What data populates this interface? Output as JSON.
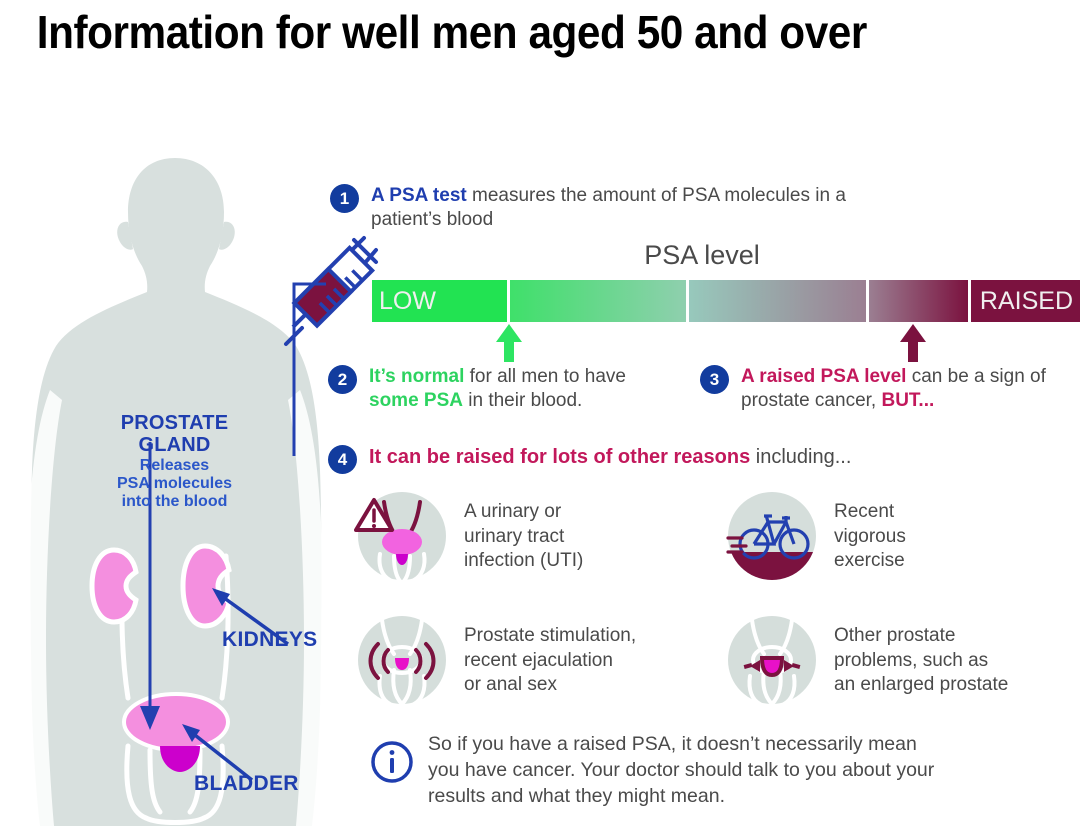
{
  "page": {
    "title": "Information for well men aged 50 and over"
  },
  "body_diagram": {
    "prostate_label_line1": "PROSTATE",
    "prostate_label_line2": "GLAND",
    "prostate_desc_line1": "Releases",
    "prostate_desc_line2": "PSA molecules",
    "prostate_desc_line3": "into the blood",
    "kidneys_label": "KIDNEYS",
    "bladder_label": "BLADDER",
    "silhouette_color": "#D8E0DE",
    "organ_color": "#F48FDF",
    "label_color": "#1F3EAF"
  },
  "steps": [
    {
      "number": "1",
      "bold": "A PSA test",
      "rest": " measures the amount of PSA molecules in a patient’s blood",
      "bold_color": "#1F3EAF"
    },
    {
      "number": "2",
      "bold": "It’s normal",
      "mid": " for all men to have ",
      "bold2": "some PSA",
      "rest": " in their blood.",
      "bold_color": "#2DD360"
    },
    {
      "number": "3",
      "bold": "A raised PSA level",
      "mid": " can be a sign of prostate cancer, ",
      "bold2": "BUT...",
      "rest": "",
      "bold_color": "#C2185B"
    },
    {
      "number": "4",
      "bold": "It can be raised for lots of other reasons",
      "rest": " including...",
      "bold_color": "#C2185B"
    }
  ],
  "psa_scale": {
    "title": "PSA level",
    "low_label": "LOW",
    "raised_label": "RAISED",
    "low_color": "#22E352",
    "raised_color": "#7B123F",
    "low_arrow_color": "#2DE562",
    "raised_arrow_color": "#7B123F"
  },
  "reasons": [
    {
      "icon": "bladder-warning-icon",
      "line1": "A urinary or",
      "line2": "urinary tract",
      "line3": "infection (UTI)"
    },
    {
      "icon": "bicycle-icon",
      "line1": "Recent",
      "line2": "vigorous",
      "line3": "exercise"
    },
    {
      "icon": "stimulation-waves-icon",
      "line1": "Prostate stimulation,",
      "line2": "recent ejaculation",
      "line3": "or anal sex"
    },
    {
      "icon": "enlarged-prostate-icon",
      "line1": "Other prostate",
      "line2": "problems, such as",
      "line3": "an enlarged prostate"
    }
  ],
  "note": {
    "icon": "info-icon",
    "line1": "So if you have a raised PSA, it doesn’t necessarily mean",
    "line2": "you have cancer. Your doctor should talk to you about your",
    "line3": "results and what they might mean."
  }
}
